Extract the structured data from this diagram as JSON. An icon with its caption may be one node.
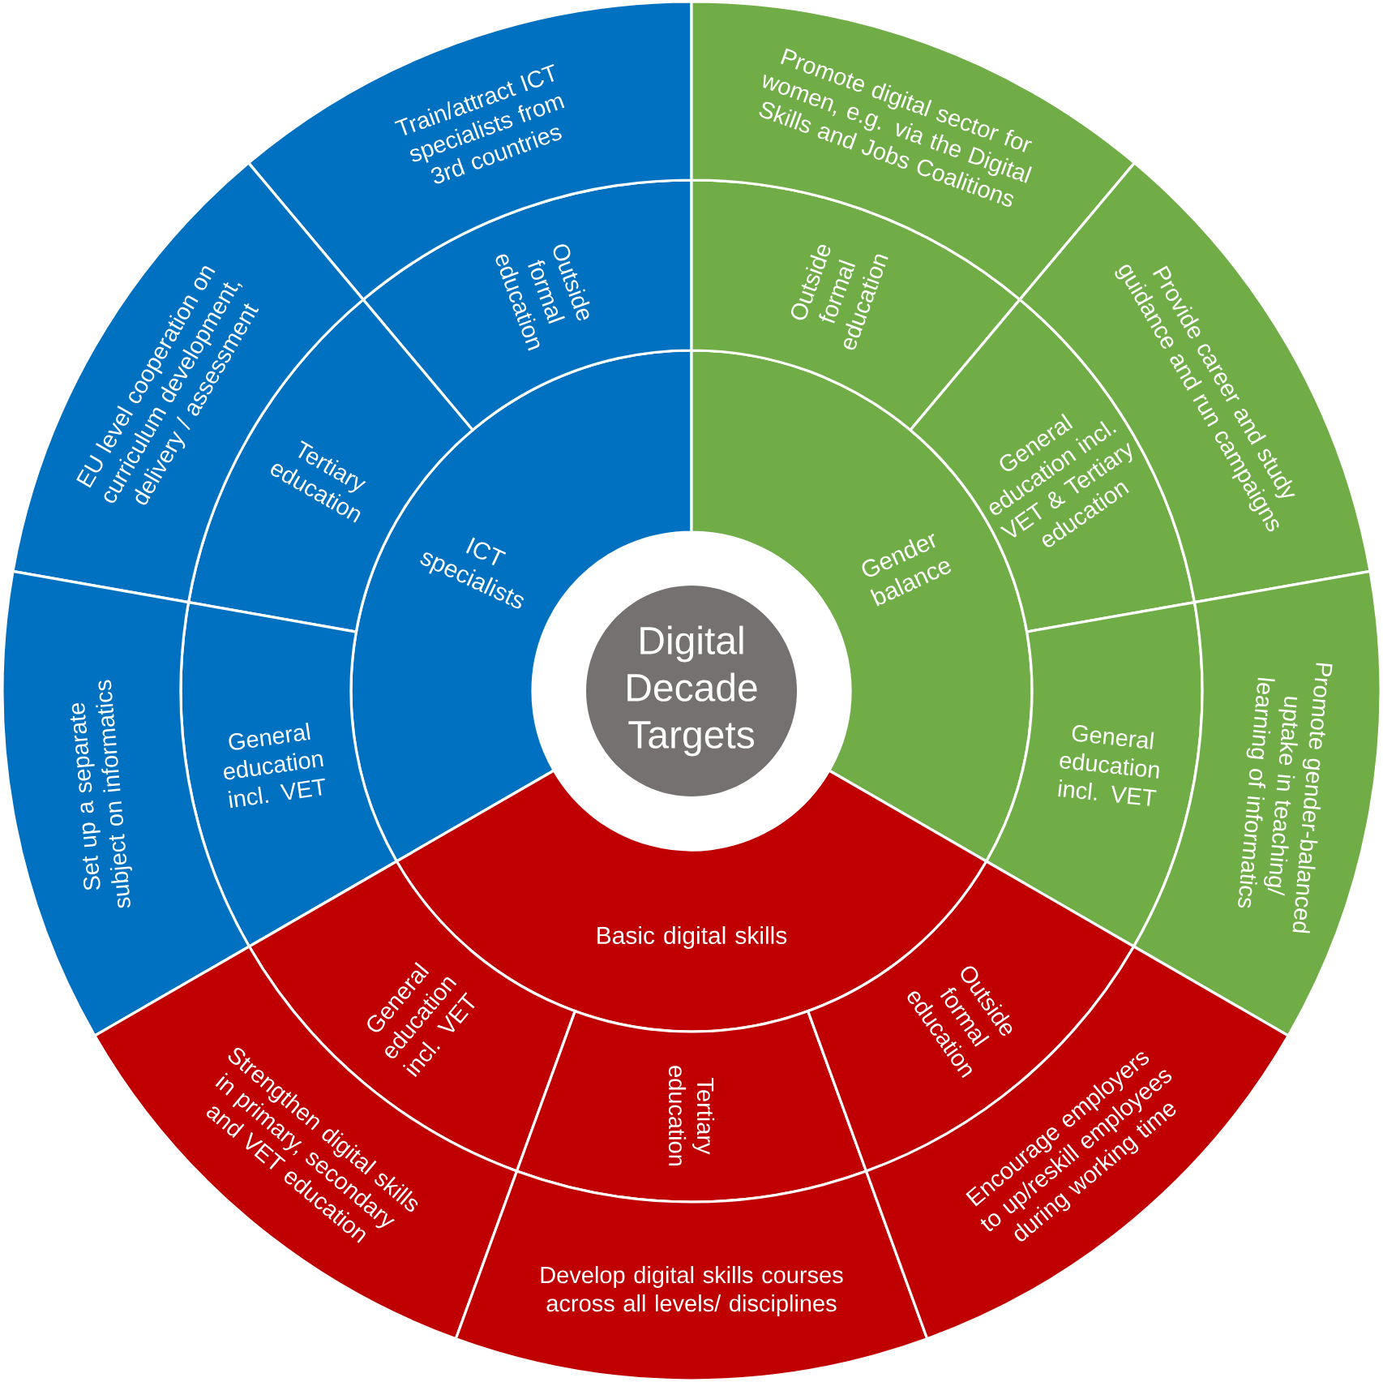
{
  "diagram": {
    "nodes": [
      {
        "text": [
          "Digital Decade Targets"
        ]
      },
      {
        "text": [
          "ICT specialists"
        ]
      },
      {
        "text": [
          "Outside formal education"
        ]
      },
      {
        "text": [
          "Tertiary education"
        ]
      },
      {
        "text": [
          "General education incl. VET"
        ]
      },
      {
        "text": [
          "Train/attract ICT specialists from 3rd countries"
        ]
      },
      {
        "text": [
          "EU level cooperation on curriculum development, delivery / assessment"
        ]
      },
      {
        "text": [
          "Set up a separate subject on informatics"
        ]
      },
      {
        "text": [
          "Gender balance"
        ]
      },
      {
        "text": [
          "Outside formal education"
        ]
      },
      {
        "text": [
          "General education incl. VET & Tertiary education"
        ]
      },
      {
        "text": [
          "General education incl. VET"
        ]
      },
      {
        "text": [
          "Promote digital sector for women, e.g. via the Digital Skills and Jobs Coalitions"
        ]
      },
      {
        "text": [
          "Provide career and study guidance and run campaigns"
        ]
      },
      {
        "text": [
          "Promote gender-balanced uptake in teaching/ learning of informatics"
        ]
      },
      {
        "text": [
          "Basic digital skills"
        ]
      },
      {
        "text": [
          "General education incl. VET"
        ]
      },
      {
        "text": [
          "Tertiary education"
        ]
      },
      {
        "text": [
          "Outside formal education"
        ]
      },
      {
        "text": [
          "Strengthen digital skills in primary, secondary and VET education"
        ]
      },
      {
        "text": [
          "Develop digital skills courses across all levels/ disciplines"
        ]
      },
      {
        "text": [
          "Encourage employers to up/reskill employees during working time"
        ]
      }
    ]
  }
}
